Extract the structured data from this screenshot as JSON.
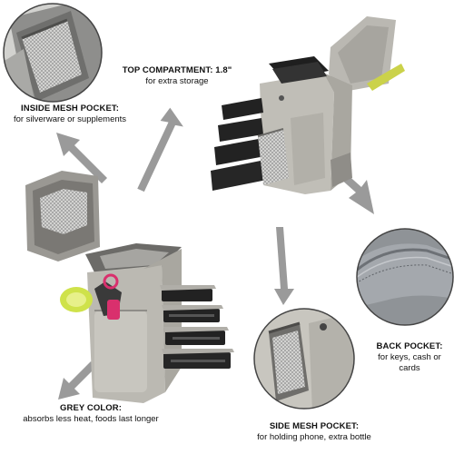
{
  "callouts": {
    "inside_mesh": {
      "title": "INSIDE MESH POCKET:",
      "desc": "for silverware or supplements"
    },
    "top_compartment": {
      "title": "TOP COMPARTMENT: 1.8\"",
      "desc": "for extra storage"
    },
    "back_pocket": {
      "title": "BACK POCKET:",
      "desc_1": "for keys, cash or",
      "desc_2": "cards"
    },
    "grey_color": {
      "title": "GREY COLOR:",
      "desc": "absorbs less heat, foods last longer"
    },
    "side_mesh": {
      "title": "SIDE MESH POCKET:",
      "desc": "for holding phone, extra bottle"
    }
  },
  "colors": {
    "bag_grey": "#b9b7b0",
    "bag_dark": "#8f8d88",
    "arrow_grey": "#9a9a9a",
    "container_black": "#222222",
    "bottle_green": "#cfe24a",
    "bottle_pink": "#d9306d"
  }
}
